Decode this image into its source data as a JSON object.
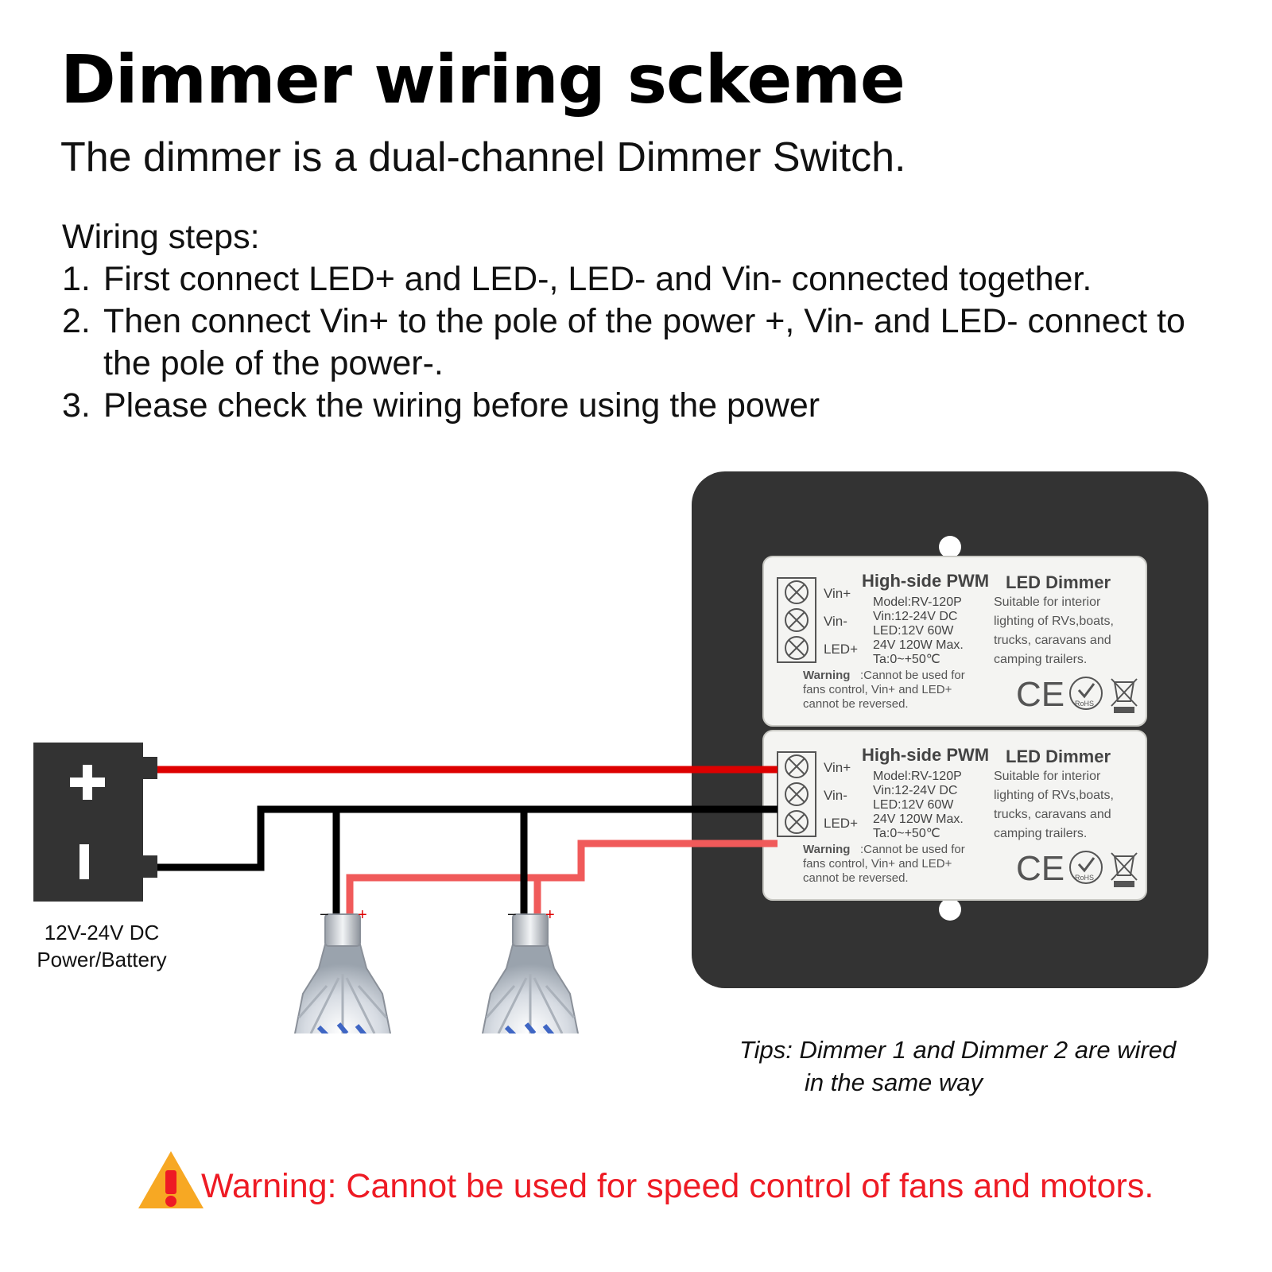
{
  "title": "Dimmer wiring sckeme",
  "subtitle": "The dimmer is a dual-channel Dimmer Switch.",
  "steps_heading": "Wiring steps:",
  "steps": [
    {
      "num": "1.",
      "text": "First connect LED+ and LED-, LED- and Vin- connected together."
    },
    {
      "num": "2.",
      "text": "Then connect Vin+ to the pole of the power +, Vin- and LED- connect to the pole of the power-."
    },
    {
      "num": "3.",
      "text": "Please check the wiring before using the power"
    }
  ],
  "power": {
    "line1": "12V-24V DC",
    "line2": "Power/Battery"
  },
  "bulb_labels": {
    "minus": "−",
    "plus": "+"
  },
  "dimmer": {
    "title_a": "High-side PWM",
    "title_b": "LED Dimmer",
    "terminals": [
      "Vin+",
      "Vin-",
      "LED+"
    ],
    "specs": [
      "Model:RV-120P",
      "Vin:12-24V DC",
      "LED:12V 60W",
      "24V 120W Max.",
      "Ta:0~+50℃"
    ],
    "suitable": [
      "Suitable for interior",
      "lighting of RVs,boats,",
      "trucks, caravans and",
      "camping trailers."
    ],
    "warning_bold": "Warning",
    "warning_lines": [
      ":Cannot be used for",
      "fans  control, Vin+ and LED+",
      "cannot be reversed."
    ],
    "cert_ce": "CE",
    "cert_rohs": "RoHS"
  },
  "tips": {
    "line1": "Tips: Dimmer 1 and Dimmer 2 are wired",
    "line2": "in the same way"
  },
  "warning_footer": "Warning: Cannot be used for speed control of fans and motors.",
  "colors": {
    "red_wire": "#dd0000",
    "pink_wire": "#f05a5a",
    "black_wire": "#000000",
    "plate": "#333333",
    "warning": "#ee1b24",
    "triangle": "#f7a823"
  }
}
